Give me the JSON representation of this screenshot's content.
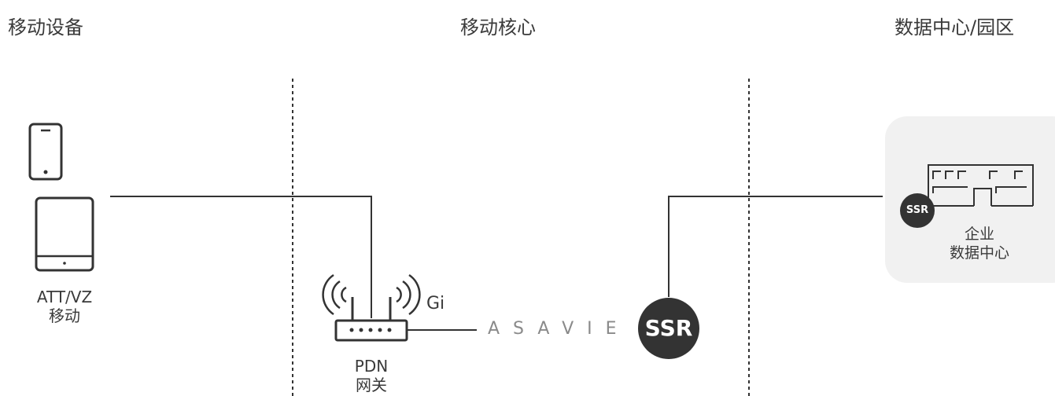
{
  "zones": {
    "mobile_devices": "移动设备",
    "mobile_core": "移动核心",
    "data_center": "数据中心/园区"
  },
  "devices": {
    "carrier_line1": "ATT/VZ",
    "carrier_line2": "移动"
  },
  "gateway": {
    "line1": "PDN",
    "line2": "网关",
    "interface": "Gi"
  },
  "asavie": {
    "brand": "ASAVIE",
    "ssr": "SSR"
  },
  "enterprise": {
    "ssr": "SSR",
    "line1": "企业",
    "line2": "数据中心"
  },
  "colors": {
    "line": "#333333",
    "panel": "#f1f1f1",
    "badge": "#333333",
    "brand_gray": "#8a8a8a"
  },
  "icons": [
    "smartphone-icon",
    "tablet-icon",
    "router-icon",
    "wifi-signal-icon",
    "building-icon"
  ]
}
